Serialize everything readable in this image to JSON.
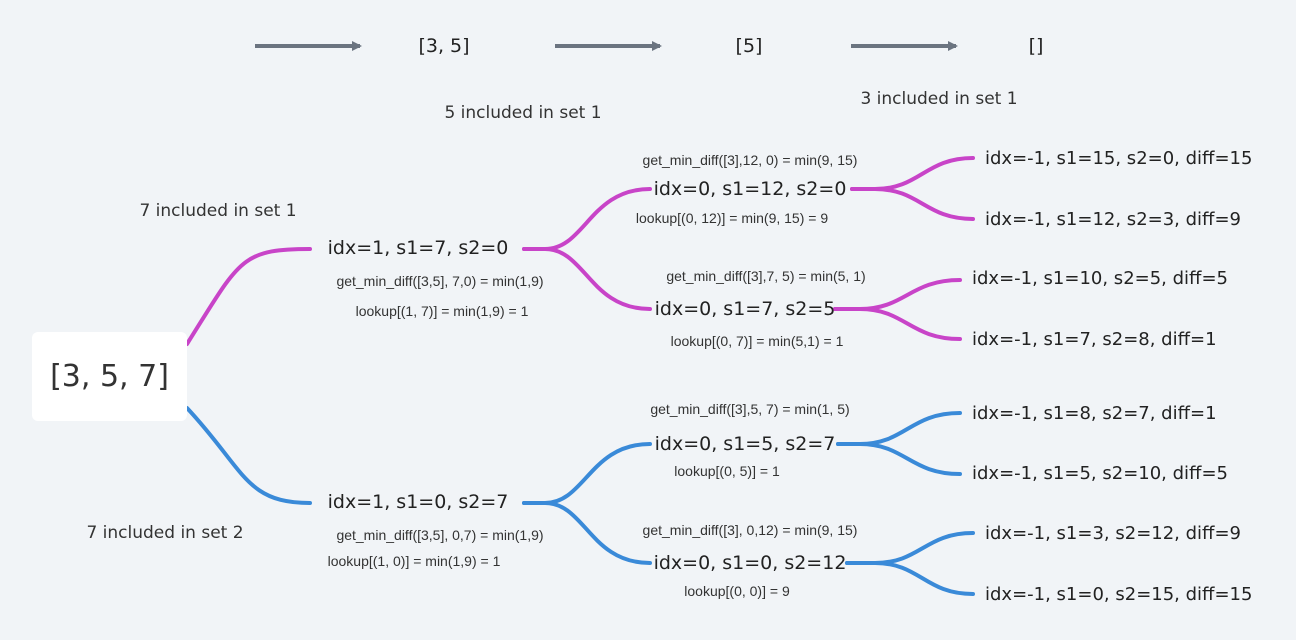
{
  "colors": {
    "set1": "#c844c8",
    "set2": "#3a8ad8",
    "arrow": "#6b7480",
    "background": "#f1f4f7"
  },
  "top_sequence": {
    "steps": [
      "[3, 5]",
      "[5]",
      "[]"
    ],
    "captions": [
      "5 included in set 1",
      "3 included in set 1"
    ]
  },
  "root": {
    "label": "[3, 5, 7]"
  },
  "branch_labels": {
    "set1": "7 included in set 1",
    "set2": "7 included in set 2"
  },
  "level1": {
    "a": {
      "label": "idx=1, s1=7, s2=0",
      "call": "get_min_diff([3,5], 7,0) = min(1,9)",
      "lookup": "lookup[(1, 7)] = min(1,9) = 1"
    },
    "b": {
      "label": "idx=1, s1=0, s2=7",
      "call": "get_min_diff([3,5], 0,7) = min(1,9)",
      "lookup": "lookup[(1, 0)] = min(1,9) = 1"
    }
  },
  "level2": {
    "aa": {
      "label": "idx=0, s1=12, s2=0",
      "call": "get_min_diff([3],12, 0) = min(9, 15)",
      "lookup": "lookup[(0, 12)] = min(9, 15) = 9"
    },
    "ab": {
      "label": "idx=0, s1=7, s2=5",
      "call": "get_min_diff([3],7, 5) = min(5, 1)",
      "lookup": "lookup[(0, 7)] = min(5,1) = 1"
    },
    "ba": {
      "label": "idx=0, s1=5, s2=7",
      "call": "get_min_diff([3],5, 7) = min(1, 5)",
      "lookup": "lookup[(0, 5)] = 1"
    },
    "bb": {
      "label": "idx=0, s1=0, s2=12",
      "call": "get_min_diff([3], 0,12) = min(9, 15)",
      "lookup": "lookup[(0, 0)] = 9"
    }
  },
  "leaves": [
    "idx=-1, s1=15, s2=0, diff=15",
    "idx=-1, s1=12, s2=3, diff=9",
    "idx=-1, s1=10, s2=5, diff=5",
    "idx=-1, s1=7, s2=8, diff=1",
    "idx=-1, s1=8, s2=7, diff=1",
    "idx=-1, s1=5, s2=10, diff=5",
    "idx=-1, s1=3, s2=12, diff=9",
    "idx=-1, s1=0, s2=15, diff=15"
  ]
}
